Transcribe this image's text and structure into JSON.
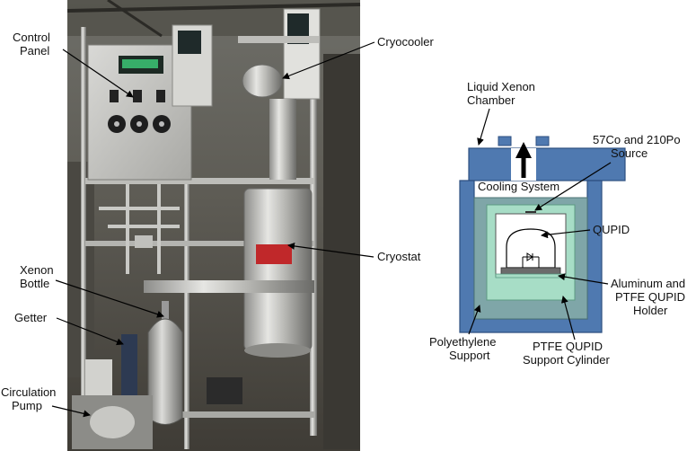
{
  "photo_labels": {
    "control_panel": [
      "Control",
      "Panel"
    ],
    "cryocooler": "Cryocooler",
    "cryostat": "Cryostat",
    "xenon_bottle": [
      "Xenon",
      "Bottle"
    ],
    "getter": "Getter",
    "circulation_pump": [
      "Circulation",
      "Pump"
    ]
  },
  "schematic_labels": {
    "liquid_xenon_chamber": [
      "Liquid Xenon",
      "Chamber"
    ],
    "source": [
      "57Co and 210Po",
      "Source"
    ],
    "cooling_system": "Cooling System",
    "qupid": "QUPID",
    "holder": [
      "Aluminum and",
      "PTFE QUPID",
      "Holder"
    ],
    "polyethylene_support": [
      "Polyethylene",
      "Support"
    ],
    "ptfe_support_cylinder": [
      "PTFE QUPID",
      "Support Cylinder"
    ]
  },
  "colors": {
    "chamber_blue": "#4f79b0",
    "chamber_stroke": "#2d4f80",
    "polyethylene": "#7fa6a8",
    "ptfe": "#a7ddc6",
    "cavity": "#ffffff",
    "leader": "#000000"
  },
  "icons": [
    "upward-arrow"
  ]
}
